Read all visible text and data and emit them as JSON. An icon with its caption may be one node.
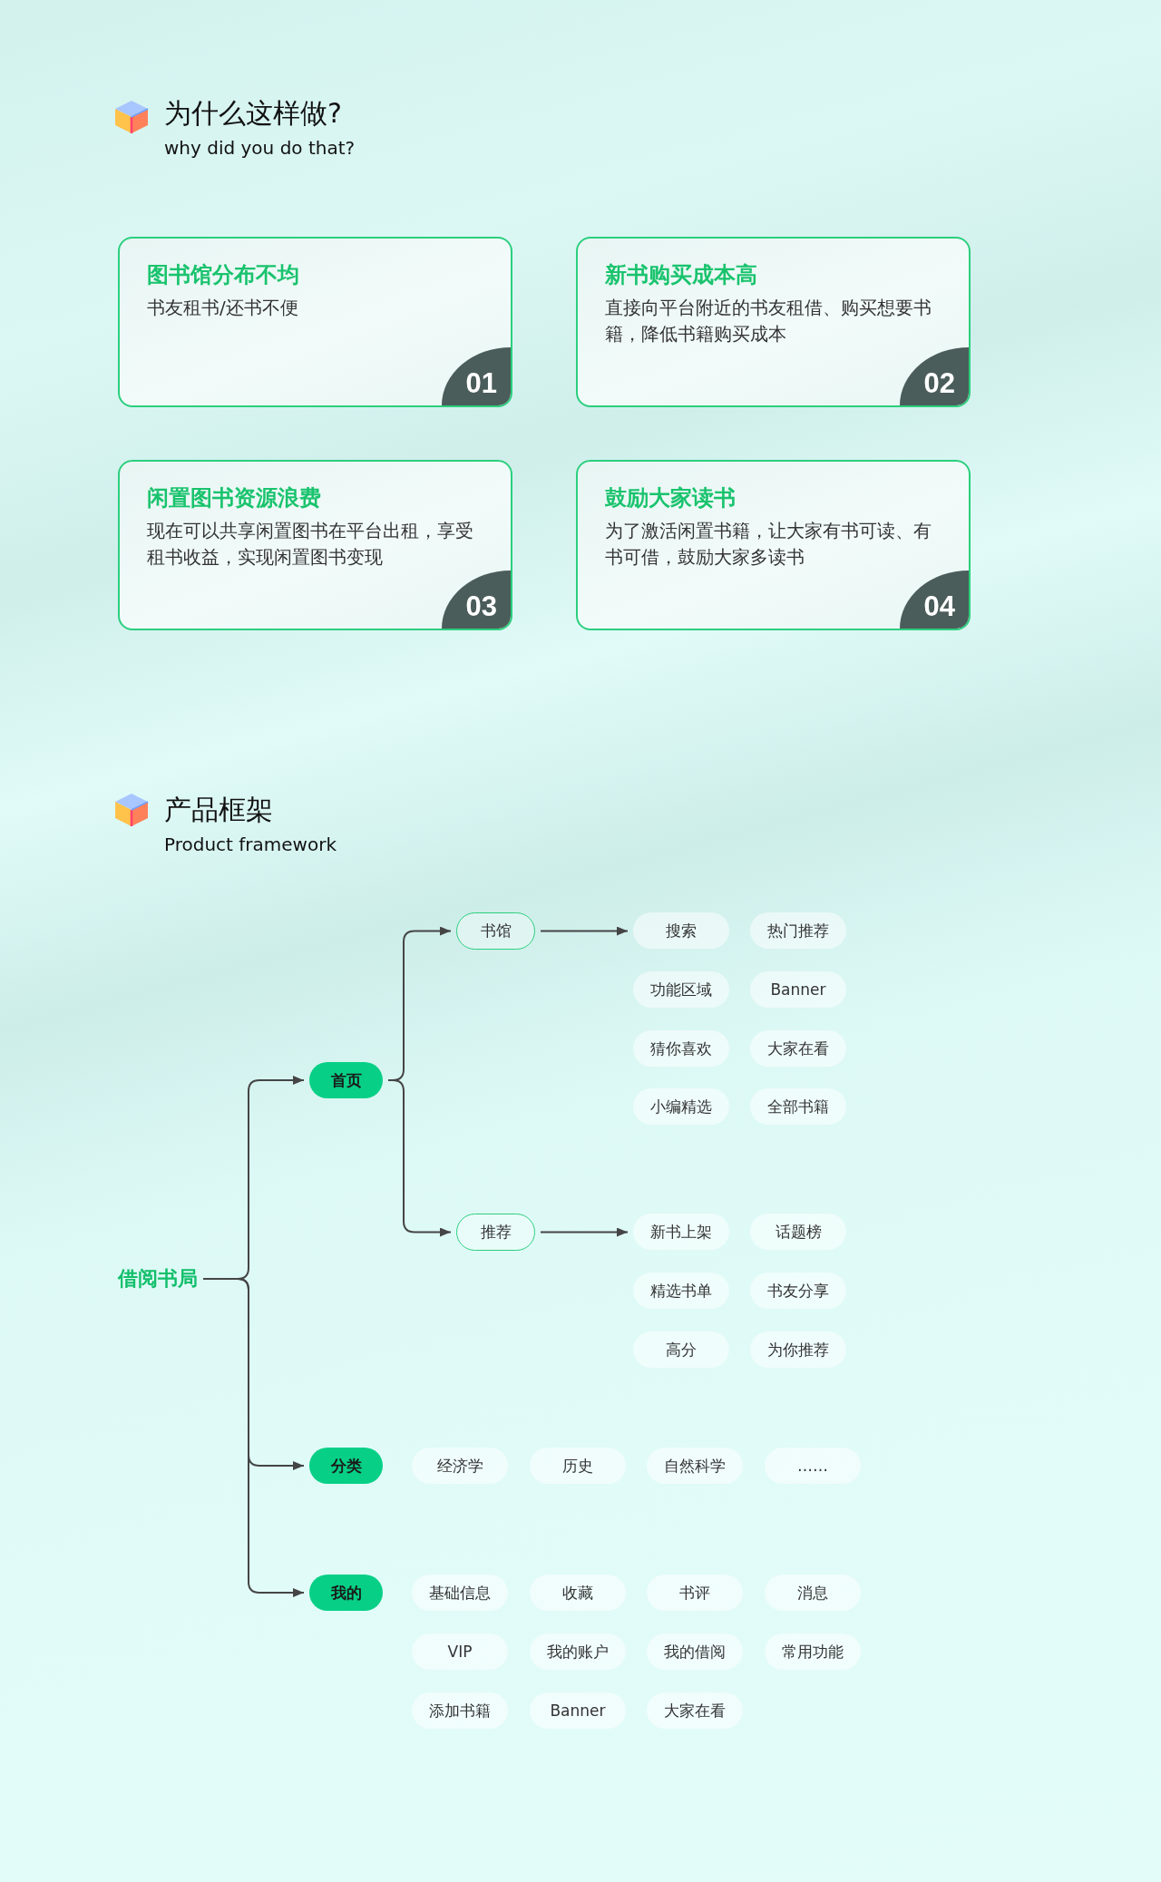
{
  "diagram": {
    "nodes": [
      {
        "text": [
          "图书馆分布不均",
          "书友租书/还书不便"
        ]
      },
      {
        "text": [
          "01"
        ],
        "in": 0
      },
      {
        "text": [
          "新书购买成本高",
          "直接向平台附近的书友租借、购买想要书籍，降低书籍购买成本"
        ]
      },
      {
        "text": [
          "02"
        ],
        "in": 2
      },
      {
        "text": [
          "闲置图书资源浪费",
          "现在可以共享闲置图书在平台出租，享受租书收益，实现闲置图书变现"
        ]
      },
      {
        "text": [
          "03"
        ],
        "in": 4
      },
      {
        "text": [
          "鼓励大家读书",
          "为了激活闲置书籍，让大家有书可读、有书可借，鼓励大家多读书"
        ]
      },
      {
        "text": [
          "04"
        ],
        "in": 6
      },
      {
        "text": [
          "借阅书局"
        ]
      },
      {
        "text": [
          "首页"
        ]
      },
      {
        "text": [
          "书馆"
        ]
      },
      {
        "text": [
          "搜索"
        ]
      },
      {
        "text": [
          "热门推荐"
        ]
      },
      {
        "text": [
          "功能区域"
        ]
      },
      {
        "text": [
          "Banner"
        ]
      },
      {
        "text": [
          "猜你喜欢"
        ]
      },
      {
        "text": [
          "大家在看"
        ]
      },
      {
        "text": [
          "小编精选"
        ]
      },
      {
        "text": [
          "全部书籍"
        ]
      },
      {
        "text": [
          "推荐"
        ]
      },
      {
        "text": [
          "新书上架"
        ]
      },
      {
        "text": [
          "话题榜"
        ]
      },
      {
        "text": [
          "精选书单"
        ]
      },
      {
        "text": [
          "书友分享"
        ]
      },
      {
        "text": [
          "高分"
        ]
      },
      {
        "text": [
          "为你推荐"
        ]
      },
      {
        "text": [
          "分类"
        ]
      },
      {
        "text": [
          "经济学"
        ]
      },
      {
        "text": [
          "历史"
        ]
      },
      {
        "text": [
          "自然科学"
        ]
      },
      {
        "text": [
          "……"
        ]
      },
      {
        "text": [
          "我的"
        ]
      },
      {
        "text": [
          "基础信息"
        ]
      },
      {
        "text": [
          "收藏"
        ]
      },
      {
        "text": [
          "书评"
        ]
      },
      {
        "text": [
          "消息"
        ]
      },
      {
        "text": [
          "VIP"
        ]
      },
      {
        "text": [
          "我的账户"
        ]
      },
      {
        "text": [
          "我的借阅"
        ]
      },
      {
        "text": [
          "常用功能"
        ]
      },
      {
        "text": [
          "添加书籍"
        ]
      },
      {
        "text": [
          "Banner"
        ]
      },
      {
        "text": [
          "大家在看"
        ]
      }
    ],
    "edges": [
      {
        "from": 8,
        "to": 9,
        "arrow": "to"
      },
      {
        "from": 8,
        "to": 26,
        "arrow": "to"
      },
      {
        "from": 8,
        "to": 31,
        "arrow": "to"
      },
      {
        "from": 9,
        "to": 10,
        "arrow": "to"
      },
      {
        "from": 9,
        "to": 19,
        "arrow": "to"
      },
      {
        "from": 10,
        "to": 11,
        "arrow": "to"
      },
      {
        "from": 19,
        "to": 20,
        "arrow": "to"
      }
    ],
    "labels": [
      "为什么这样做?",
      "why did you do that?",
      "产品框架",
      "Product framework"
    ]
  }
}
